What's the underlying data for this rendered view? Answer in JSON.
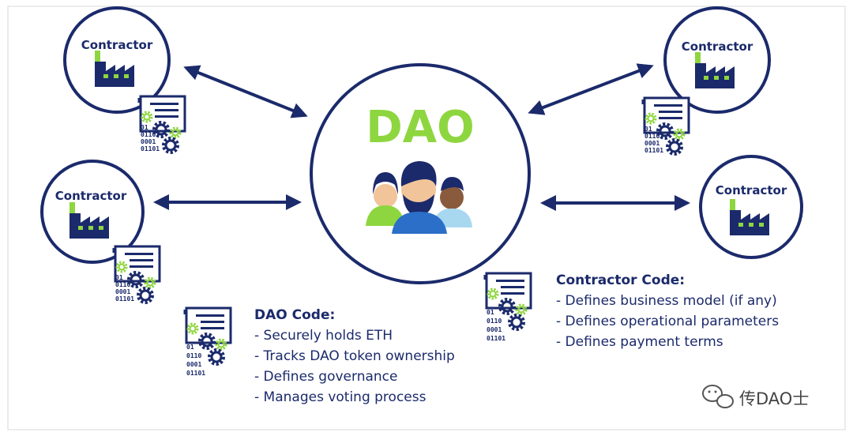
{
  "dao": {
    "title": "DAO"
  },
  "contractors": [
    {
      "label": "Contractor"
    },
    {
      "label": "Contractor"
    },
    {
      "label": "Contractor"
    },
    {
      "label": "Contractor"
    }
  ],
  "code_binary": [
    "01",
    "0110",
    "0001",
    "01101"
  ],
  "dao_code": {
    "title": "DAO Code:",
    "items": [
      "- Securely holds ETH",
      "- Tracks DAO token ownership",
      "- Defines governance",
      "- Manages voting process"
    ]
  },
  "contractor_code": {
    "title": "Contractor Code:",
    "items": [
      "- Defines business model (if any)",
      "- Defines operational parameters",
      "- Defines payment terms"
    ]
  },
  "watermark": {
    "text": "传DAO士",
    "icon": "wechat-icon"
  },
  "colors": {
    "navy": "#1b2a6b",
    "green": "#8ed63f",
    "dark_navy": "#1b2a6b"
  }
}
